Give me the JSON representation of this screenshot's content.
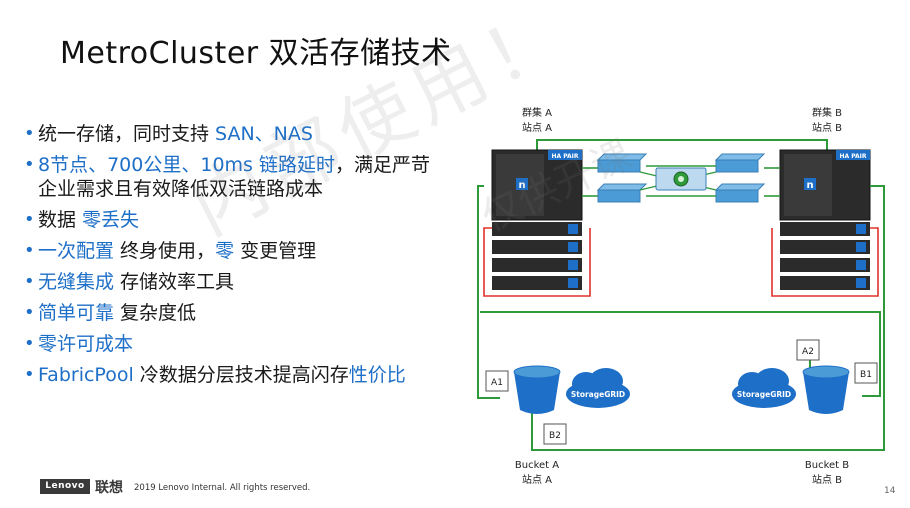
{
  "slide": {
    "title": "MetroCluster 双活存储技术",
    "page_number": "14",
    "watermark": "内部使用！",
    "watermark_right": "仅供开课"
  },
  "bullets": [
    {
      "parts": [
        {
          "t": "统一存储，同时支持 ",
          "hl": false
        },
        {
          "t": "SAN、NAS",
          "hl": true
        }
      ]
    },
    {
      "parts": [
        {
          "t": "8节点、700公里、10ms 链路延时",
          "hl": true
        },
        {
          "t": "，满足严苛企业需求且有效降低双活链路成本",
          "hl": false
        }
      ]
    },
    {
      "parts": [
        {
          "t": "数据 ",
          "hl": false
        },
        {
          "t": "零丢失",
          "hl": true
        }
      ]
    },
    {
      "parts": [
        {
          "t": "一次配置",
          "hl": true
        },
        {
          "t": " 终身使用，",
          "hl": false
        },
        {
          "t": "零",
          "hl": true
        },
        {
          "t": " 变更管理",
          "hl": false
        }
      ]
    },
    {
      "parts": [
        {
          "t": "无缝集成",
          "hl": true
        },
        {
          "t": " 存储效率工具",
          "hl": false
        }
      ]
    },
    {
      "parts": [
        {
          "t": "简单可靠",
          "hl": true
        },
        {
          "t": " 复杂度低",
          "hl": false
        }
      ]
    },
    {
      "parts": [
        {
          "t": "零许可成本",
          "hl": true
        }
      ]
    },
    {
      "parts": [
        {
          "t": "FabricPool",
          "hl": true
        },
        {
          "t": " 冷数据分层技术提高闪存",
          "hl": false
        },
        {
          "t": "性价比",
          "hl": true
        }
      ]
    }
  ],
  "diagram": {
    "cluster_a": {
      "line1": "群集 A",
      "line2": "站点 A"
    },
    "cluster_b": {
      "line1": "群集 B",
      "line2": "站点 B"
    },
    "ha_pair": "HA PAIR",
    "netapp_mark": "n",
    "bucket_a": {
      "line1": "Bucket A",
      "line2": "站点 A"
    },
    "bucket_b": {
      "line1": "Bucket B",
      "line2": "站点 B"
    },
    "labels": {
      "a1": "A1",
      "b1": "B1",
      "a2": "A2",
      "b2": "B2"
    },
    "storagegrid": "StorageGRID",
    "colors": {
      "green": "#2e9a3a",
      "red": "#e0302a",
      "blue": "#1e6fc8",
      "gray": "#555555"
    }
  },
  "footer": {
    "logo": "Lenovo",
    "logo_cn": "联想",
    "copyright": "2019 Lenovo Internal. All rights reserved."
  }
}
